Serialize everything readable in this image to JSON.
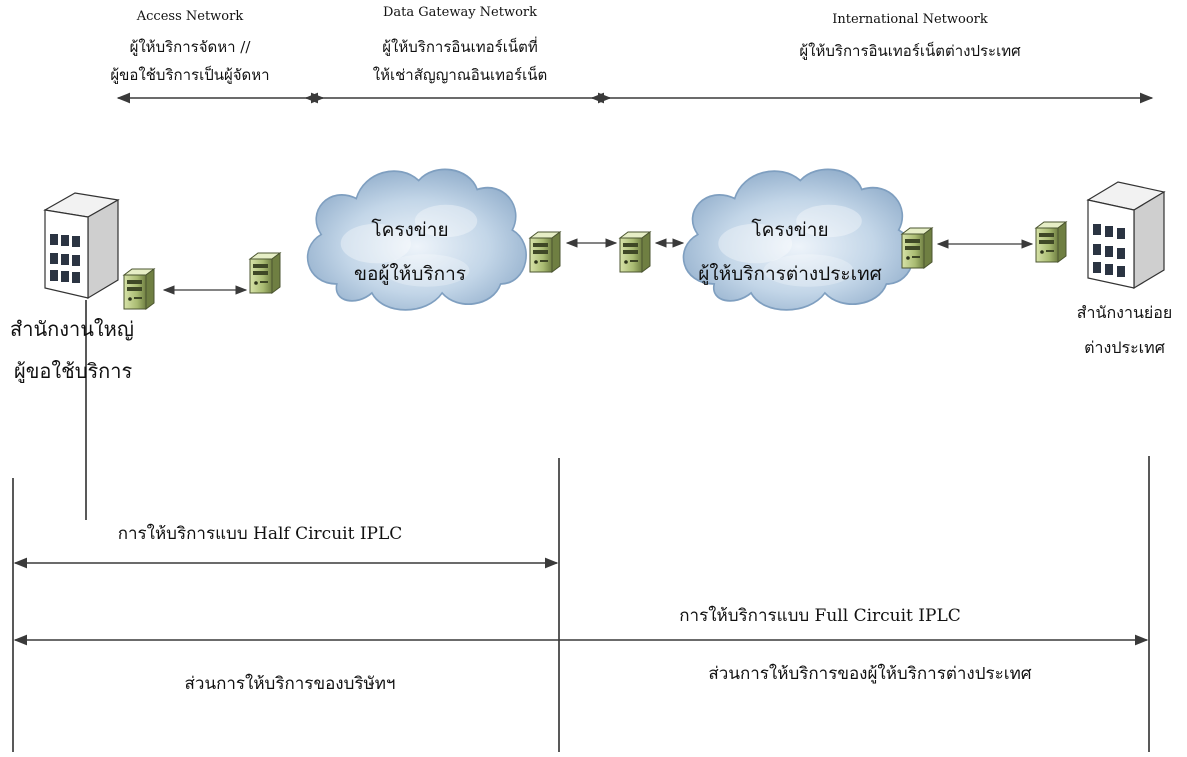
{
  "sections": [
    {
      "id": "access",
      "title_en": "Access Network",
      "lines_th": [
        "ผู้ให้บริการจัดหา //",
        "ผู้ขอใช้บริการเป็นผู้จัดหา"
      ]
    },
    {
      "id": "gateway",
      "title_en": "Data Gateway Network",
      "lines_th": [
        "ผู้ให้บริการอินเทอร์เน็ตที่",
        "ให้เช่าสัญญาณอินเทอร์เน็ต"
      ]
    },
    {
      "id": "international",
      "title_en": "International Netwoork",
      "lines_th": [
        "ผู้ให้บริการอินเทอร์เน็ตต่างประเทศ"
      ]
    }
  ],
  "clouds": [
    {
      "id": "provider",
      "lines": [
        "โครงข่าย",
        "ขอผู้ให้บริการ"
      ]
    },
    {
      "id": "foreign",
      "lines": [
        "โครงข่าย",
        "ผู้ให้บริการต่างประเทศ"
      ]
    }
  ],
  "sites": {
    "hq": {
      "lines": [
        "สำนักงานใหญ่",
        "ผู้ขอใช้บริการ"
      ]
    },
    "branch": {
      "lines": [
        "สำนักงานย่อย",
        "ต่างประเทศ"
      ]
    }
  },
  "scopes": {
    "half": "การให้บริการแบบ Half Circuit IPLC",
    "full": "การให้บริการแบบ Full Circuit IPLC",
    "company_part": "ส่วนการให้บริการของบริษัทฯ",
    "foreign_part": "ส่วนการให้บริการของผู้ให้บริการต่างประเทศ"
  },
  "colors": {
    "line": "#3a3a3a",
    "cloud_light": "#dfeaf4",
    "cloud_mid": "#a9c3dc",
    "cloud_dark": "#7f9fc0",
    "server_body": "#b9c98a",
    "server_dark": "#5d6b3a",
    "building_face": "#ffffff",
    "building_side": "#d6d6d6",
    "window": "#2b3442"
  }
}
